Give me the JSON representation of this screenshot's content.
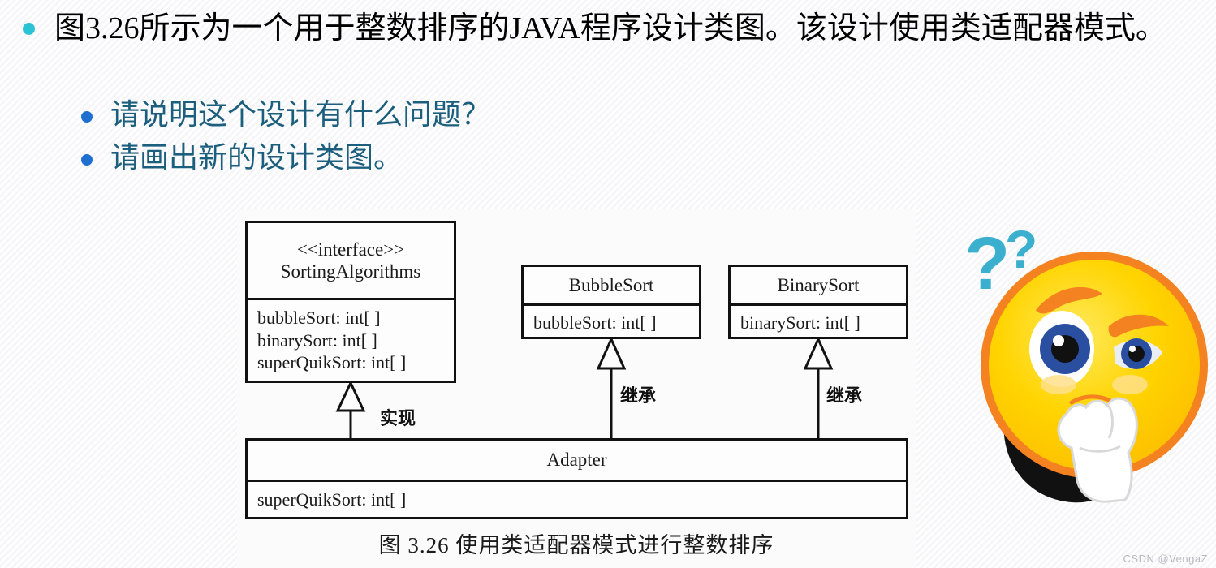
{
  "slide": {
    "background_color": "#ffffff",
    "bullets": [
      {
        "level": 1,
        "marker_color": "#2BC3D4",
        "text_color": "#000000",
        "text": "图3.26所示为一个用于整数排序的JAVA程序设计类图。该设计使用类适配器模式。"
      },
      {
        "level": 2,
        "marker_color": "#1F6FD0",
        "text_color": "#1C5E7E",
        "text": "请说明这个设计有什么问题？"
      },
      {
        "level": 2,
        "marker_color": "#1F6FD0",
        "text_color": "#1C5E7E",
        "text": "请画出新的设计类图。"
      }
    ]
  },
  "figure": {
    "caption": "图 3.26   使用类适配器模式进行整数排序",
    "classes": [
      {
        "id": "sorting-algorithms",
        "stereotype": "<<interface>>",
        "name": "SortingAlgorithms",
        "attributes": [
          "bubbleSort: int[ ]",
          "binarySort: int[ ]",
          "superQuikSort: int[ ]"
        ]
      },
      {
        "id": "bubble-sort",
        "stereotype": "",
        "name": "BubbleSort",
        "attributes": [
          "bubbleSort: int[ ]"
        ]
      },
      {
        "id": "binary-sort",
        "stereotype": "",
        "name": "BinarySort",
        "attributes": [
          "binarySort: int[ ]"
        ]
      },
      {
        "id": "adapter",
        "stereotype": "",
        "name": "Adapter",
        "attributes": [
          "superQuikSort: int[ ]"
        ]
      }
    ],
    "relations": [
      {
        "id": "adapter-to-interface",
        "from": "Adapter",
        "to": "SortingAlgorithms",
        "label": "实现"
      },
      {
        "id": "adapter-to-bubblesort",
        "from": "Adapter",
        "to": "BubbleSort",
        "label": "继承"
      },
      {
        "id": "adapter-to-binarysort",
        "from": "Adapter",
        "to": "BinarySort",
        "label": "继承"
      }
    ]
  },
  "emoji": {
    "name": "thinking-face-emoji",
    "face_color": "#FFD400",
    "outline_color": "#F58220",
    "question_mark_color": "#3BAFCE",
    "question_marks": "??"
  },
  "watermark": {
    "text": "CSDN @VengaZ",
    "color": "#b9b9c0"
  }
}
